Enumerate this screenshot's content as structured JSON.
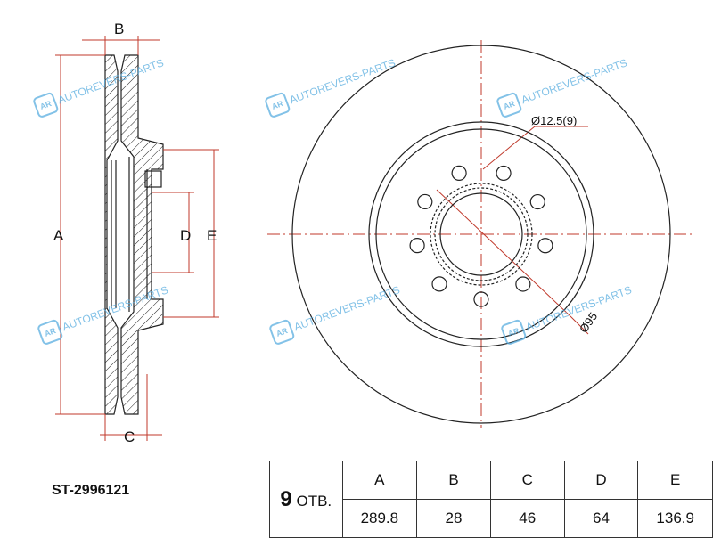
{
  "part_number": "ST-2996121",
  "holes": {
    "count": "9",
    "label": "ОТВ."
  },
  "table": {
    "headers": [
      "A",
      "B",
      "C",
      "D",
      "E"
    ],
    "values": [
      "289.8",
      "28",
      "46",
      "64",
      "136.9"
    ]
  },
  "dim_labels": {
    "a": "A",
    "b": "B",
    "c": "C",
    "d": "D",
    "e": "E",
    "hole": "Ø12.5(9)",
    "pcd": "Ø95"
  },
  "watermark": {
    "logo": "AR",
    "text": "AUTOREVERS-PARTS"
  },
  "colors": {
    "dimension": "#c0392b",
    "line": "#222",
    "watermark": "#5aaee0"
  }
}
